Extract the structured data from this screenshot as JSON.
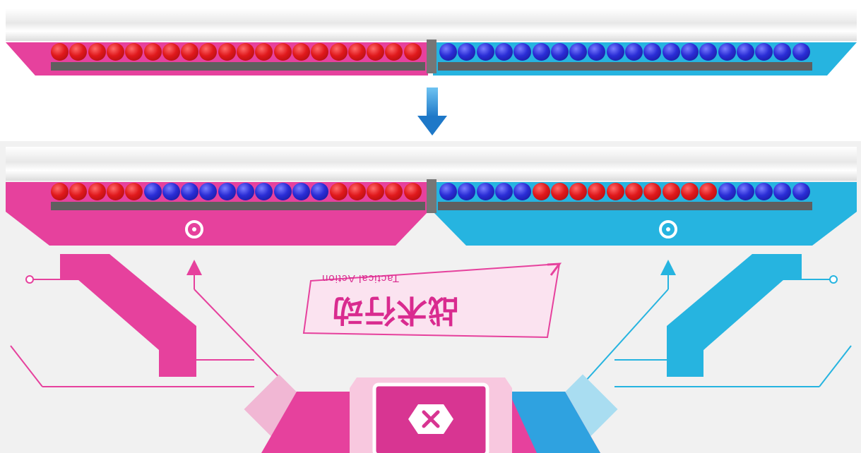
{
  "colors": {
    "magenta": "#e6419d",
    "cyan": "#26b4e0",
    "red_ball": "#e0191c",
    "blue_ball": "#2a2dd6",
    "arrow": "#1e90d8"
  },
  "icons": {
    "transition_arrow": "arrow-down-icon",
    "center_button": "close-hexagon-icon",
    "sensor": "ring-icon"
  },
  "top_row": {
    "left": [
      "R",
      "R",
      "R",
      "R",
      "R",
      "R",
      "R",
      "R",
      "R",
      "R",
      "R",
      "R",
      "R",
      "R",
      "R",
      "R",
      "R",
      "R",
      "R",
      "R"
    ],
    "right": [
      "B",
      "B",
      "B",
      "B",
      "B",
      "B",
      "B",
      "B",
      "B",
      "B",
      "B",
      "B",
      "B",
      "B",
      "B",
      "B",
      "B",
      "B",
      "B",
      "B"
    ]
  },
  "bottom_row": {
    "left": [
      "R",
      "R",
      "R",
      "R",
      "R",
      "B",
      "B",
      "B",
      "B",
      "B",
      "B",
      "B",
      "B",
      "B",
      "B",
      "R",
      "R",
      "R",
      "R",
      "R"
    ],
    "right": [
      "B",
      "B",
      "B",
      "B",
      "B",
      "R",
      "R",
      "R",
      "R",
      "R",
      "R",
      "R",
      "R",
      "R",
      "R",
      "B",
      "B",
      "B",
      "B",
      "B"
    ]
  },
  "logo": {
    "title": "战术行动",
    "subtitle": "Tactical Action"
  }
}
